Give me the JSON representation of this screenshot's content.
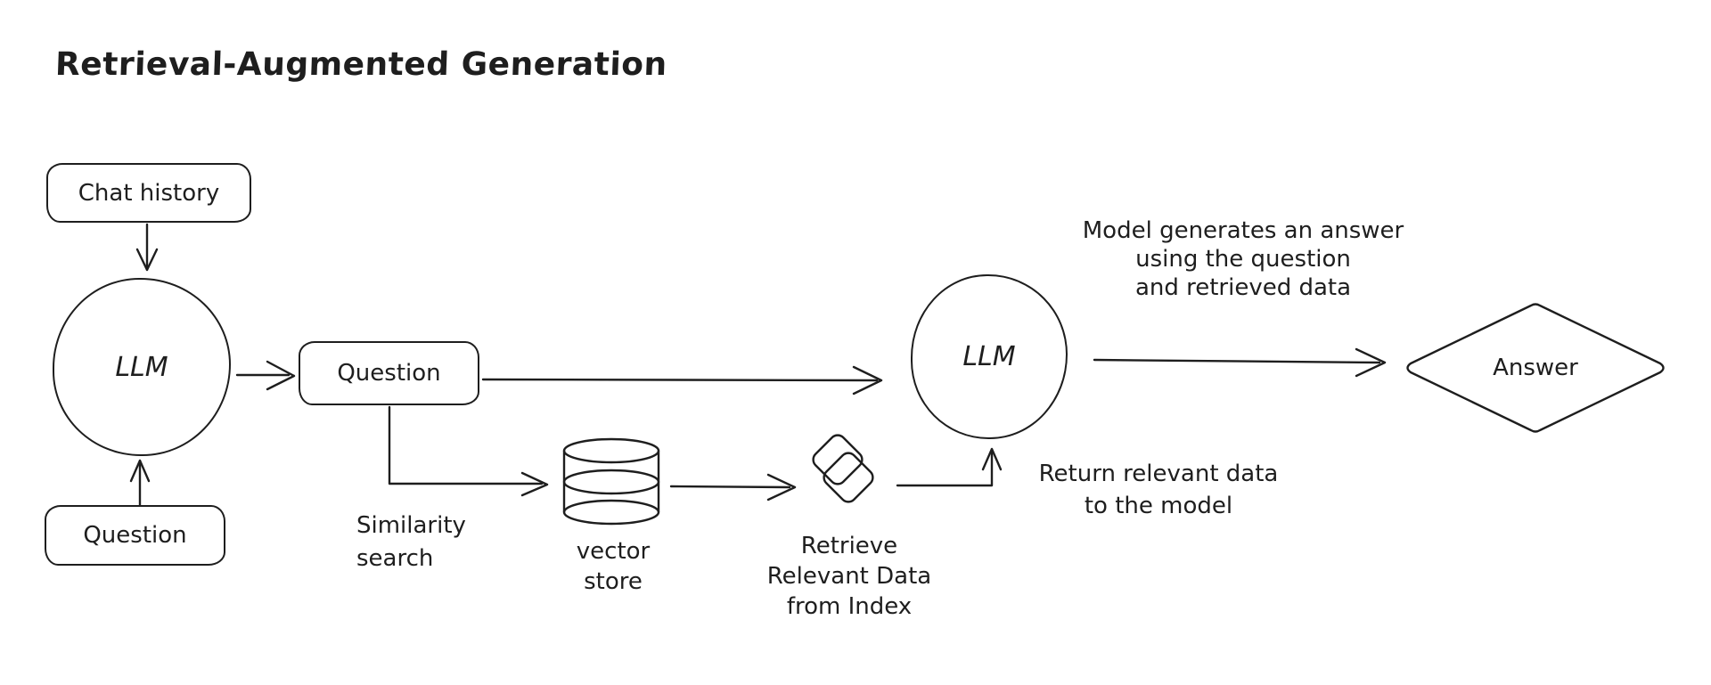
{
  "title": "Retrieval-Augmented Generation",
  "colors": {
    "stroke": "#1e1e1e",
    "background": "#ffffff"
  },
  "nodes": {
    "chat_history": {
      "label": "Chat history",
      "shape": "rounded-rectangle"
    },
    "llm_left": {
      "label": "LLM",
      "shape": "ellipse"
    },
    "question_left": {
      "label": "Question",
      "shape": "rounded-rectangle"
    },
    "question_mid": {
      "label": "Question",
      "shape": "rounded-rectangle"
    },
    "vector_store": {
      "icon": "database-cylinder-icon",
      "label_lines": [
        "vector",
        "store"
      ]
    },
    "retrieve": {
      "icon": "stacked-squares-icon",
      "label_lines": [
        "Retrieve",
        "Relevant Data",
        "from Index"
      ]
    },
    "llm_right": {
      "label": "LLM",
      "shape": "ellipse"
    },
    "answer": {
      "label": "Answer",
      "shape": "diamond"
    }
  },
  "annotations": {
    "similarity_search": {
      "lines": [
        "Similarity",
        "search"
      ]
    },
    "model_generates": {
      "lines": [
        "Model generates an answer",
        "using the question",
        "and retrieved data"
      ]
    },
    "return_relevant": {
      "lines": [
        "Return relevant data",
        "to the model"
      ]
    }
  },
  "edges": [
    {
      "from": "chat-history",
      "to": "llm-left"
    },
    {
      "from": "question-left",
      "to": "llm-left"
    },
    {
      "from": "llm-left",
      "to": "question-mid"
    },
    {
      "from": "question-mid",
      "to": "llm-right"
    },
    {
      "from": "question-mid",
      "to": "vector-store",
      "label": "Similarity search"
    },
    {
      "from": "vector-store",
      "to": "retrieve-relevant-data"
    },
    {
      "from": "retrieve-relevant-data",
      "to": "llm-right",
      "label": "Return relevant data to the model"
    },
    {
      "from": "llm-right",
      "to": "answer",
      "label": "Model generates an answer using the question and retrieved data"
    }
  ]
}
